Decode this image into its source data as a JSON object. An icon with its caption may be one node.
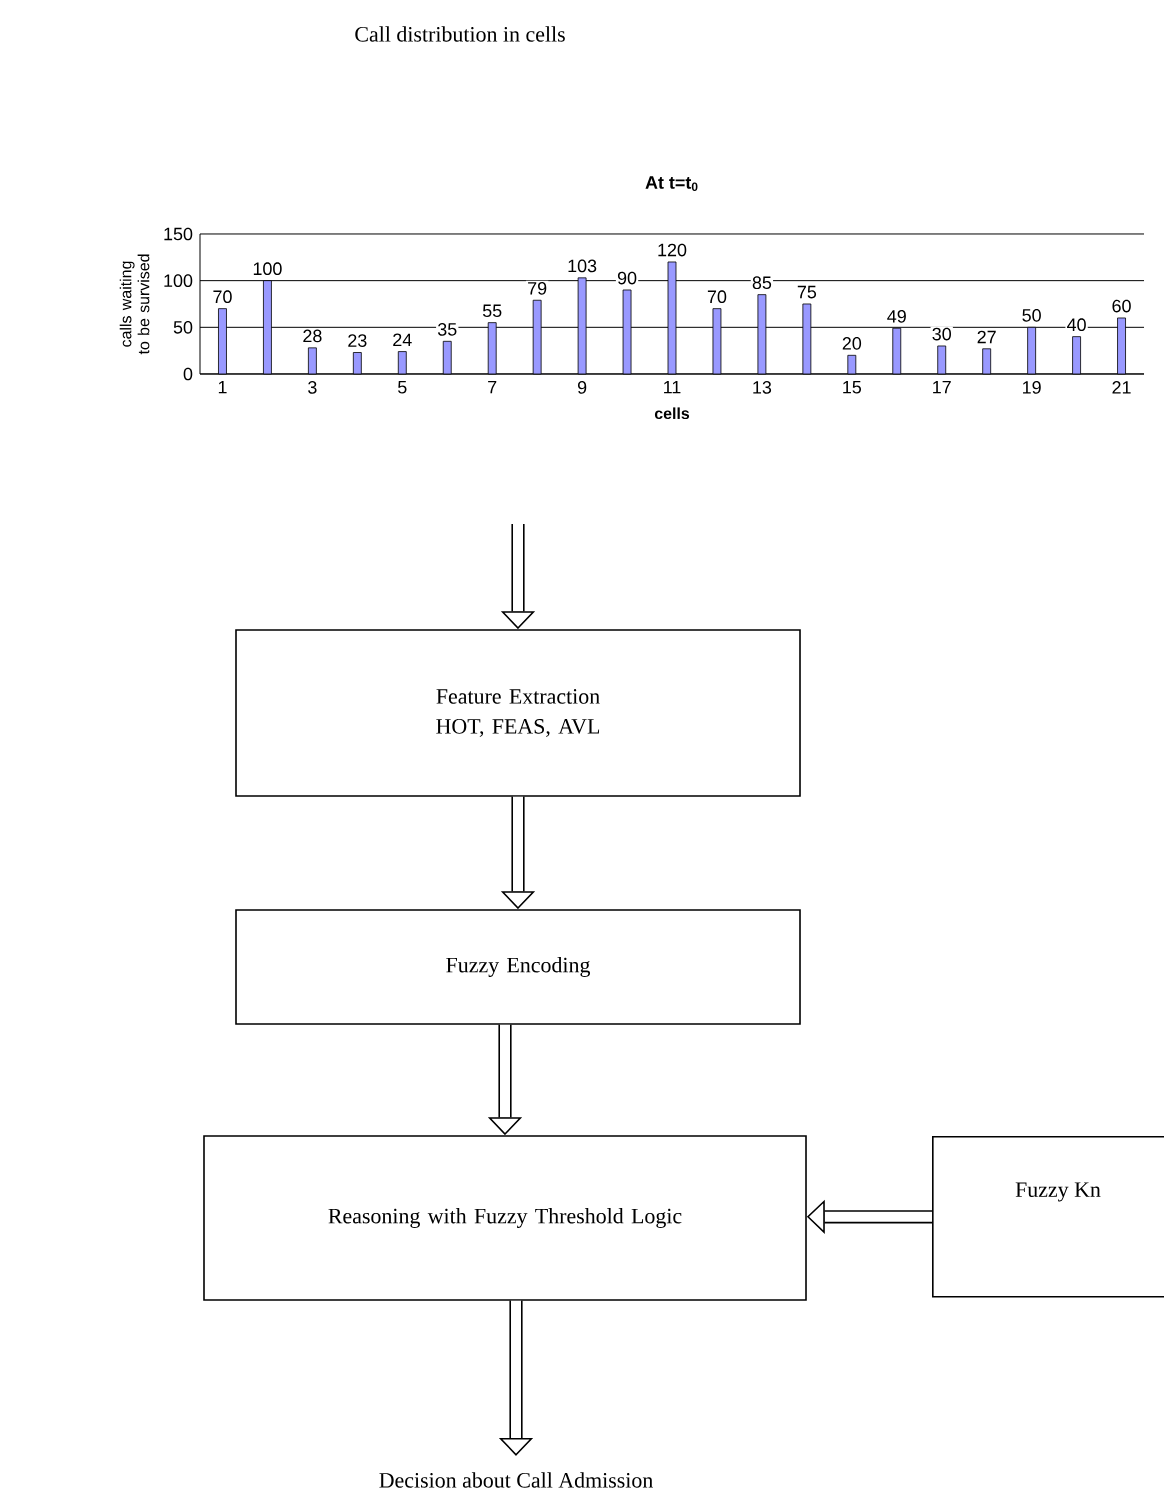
{
  "diagram": {
    "title": "Call distribution in cells",
    "nodes": [
      {
        "text": [
          "Feature Extraction",
          "HOT,    FEAS, AVL"
        ]
      },
      {
        "text": [
          "Fuzzy Encoding"
        ]
      },
      {
        "text": [
          "Reasoning with Fuzzy Threshold Logic"
        ]
      },
      {
        "text": [
          "Fuzzy Kn"
        ]
      },
      {
        "text": [
          "Decision about Call Admission"
        ]
      }
    ],
    "edges": [
      {
        "from": null,
        "to": 0,
        "arrow": "to"
      },
      {
        "from": 0,
        "to": 1,
        "arrow": "to"
      },
      {
        "from": 1,
        "to": 2,
        "arrow": "to"
      },
      {
        "from": 3,
        "to": 2,
        "arrow": "to"
      },
      {
        "from": 2,
        "to": 4,
        "arrow": "to"
      }
    ],
    "chart_data": {
      "type": "bar",
      "title": "At t=t$_{0}$",
      "xlabel": "cells",
      "ylabel": "calls waiting to be survised",
      "x": [
        1,
        2,
        3,
        4,
        5,
        6,
        7,
        8,
        9,
        10,
        11,
        12,
        13,
        14,
        15,
        16,
        17,
        18,
        19,
        20,
        21
      ],
      "series": [
        {
          "color": "#9999ff",
          "values": [
            70,
            100,
            28,
            23,
            24,
            35,
            55,
            79,
            103,
            90,
            120,
            70,
            85,
            75,
            20,
            49,
            30,
            27,
            50,
            40,
            60
          ]
        }
      ],
      "xlim": [
        0.5,
        21.5
      ],
      "ylim": [
        0,
        150
      ],
      "yticks": [
        0,
        50,
        100,
        150
      ],
      "xticks": [
        1,
        3,
        5,
        7,
        9,
        11,
        13,
        15,
        17,
        19,
        21
      ],
      "data_labels": true
    }
  }
}
